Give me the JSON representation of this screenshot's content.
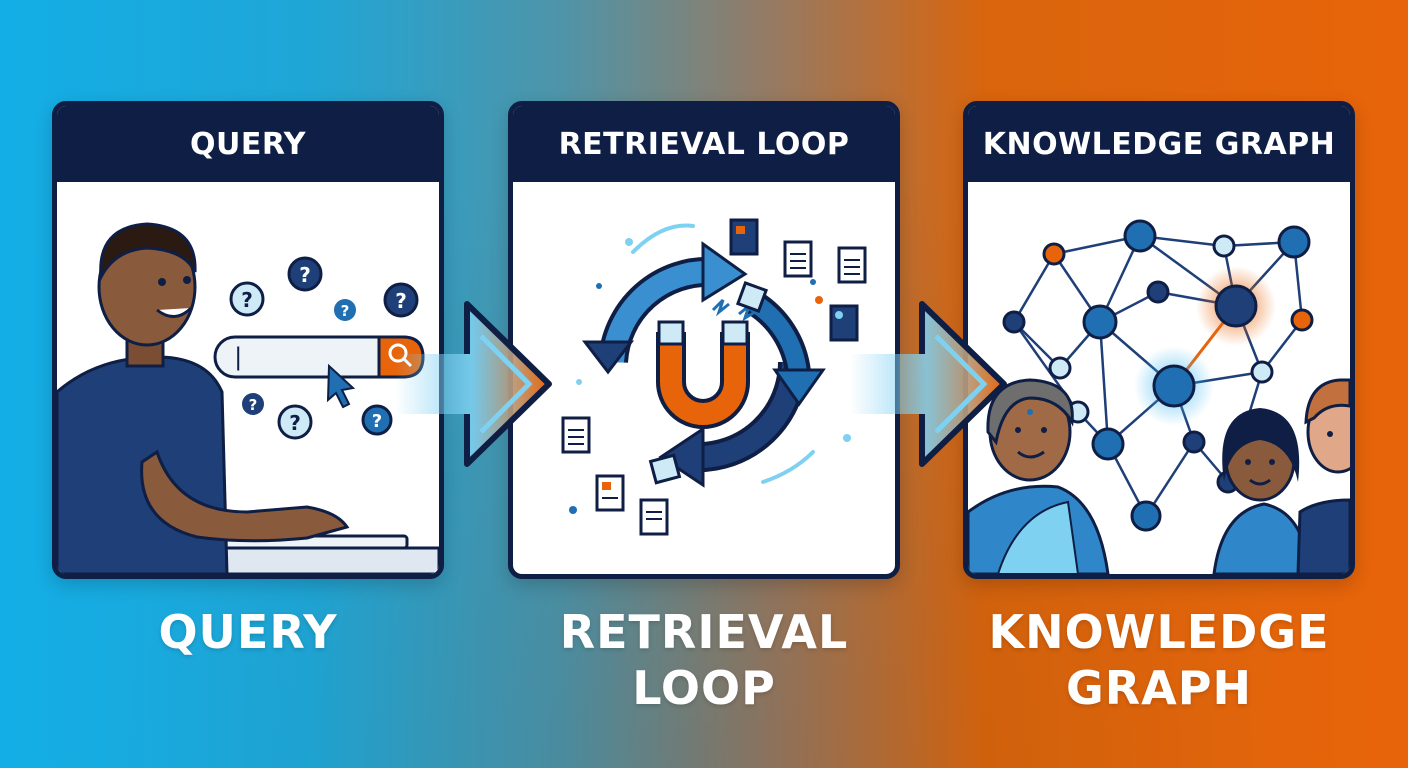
{
  "panels": [
    {
      "header": "QUERY",
      "caption_lines": [
        "QUERY"
      ]
    },
    {
      "header": "RETRIEVAL LOOP",
      "caption_lines": [
        "RETRIEVAL",
        "LOOP"
      ]
    },
    {
      "header": "KNOWLEDGE GRAPH",
      "caption_lines": [
        "KNOWLEDGE",
        "GRAPH"
      ]
    }
  ],
  "search_bar": {
    "value": "|",
    "button_icon": "search-icon"
  },
  "icons": {
    "question": "question-bubble-icon",
    "document": "document-icon",
    "magnet": "magnet-icon",
    "cycle": "cycle-arrows-icon",
    "flow_arrow": "right-arrow-icon"
  },
  "question_mark": "?",
  "colors": {
    "navy": "#0f1e44",
    "blue": "#1f6fb2",
    "light_blue": "#7fd1f2",
    "orange": "#e8640a",
    "teal_bg": "#13aee6"
  }
}
